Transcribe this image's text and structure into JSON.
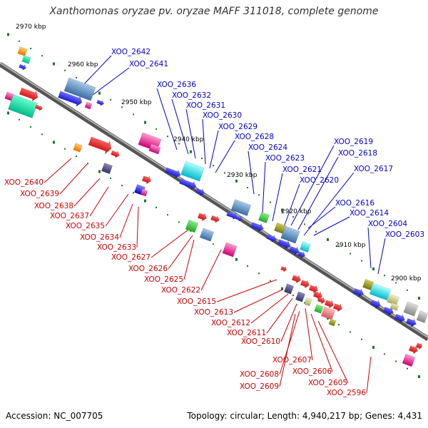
{
  "title": "Xanthomonas oryzae pv. oryzae MAFF 311018, complete genome",
  "footer": {
    "accession": "Accession: NC_007705",
    "topology": "Topology: circular; Length: 4,940,217 bp; Genes: 4,431"
  },
  "colors": {
    "upper_labels": "#0000cc",
    "lower_labels": "#cc0000",
    "backbone": "#777777",
    "ticks": "#1a7a1a"
  },
  "kbp_labels": [
    "2970 kbp",
    "2960 kbp",
    "2950 kbp",
    "2940 kbp",
    "2930 kbp",
    "2920 kbp",
    "2910 kbp",
    "2900 kbp"
  ],
  "upper_gene_labels": [
    "XOO_2642",
    "XOO_2641",
    "XOO_2636",
    "XOO_2632",
    "XOO_2631",
    "XOO_2630",
    "XOO_2629",
    "XOO_2628",
    "XOO_2624",
    "XOO_2623",
    "XOO_2621",
    "XOO_2620",
    "XOO_2619",
    "XOO_2618",
    "XOO_2617",
    "XOO_2616",
    "XOO_2614",
    "XOO_2604",
    "XOO_2603"
  ],
  "lower_gene_labels": [
    "XOO_2640",
    "XOO_2639",
    "XOO_2638",
    "XOO_2637",
    "XOO_2635",
    "XOO_2634",
    "XOO_2633",
    "XOO_2627",
    "XOO_2626",
    "XOO_2625",
    "XOO_2622",
    "XOO_2615",
    "XOO_2613",
    "XOO_2612",
    "XOO_2611",
    "XOO_2610",
    "XOO_2607",
    "XOO_2608",
    "XOO_2606",
    "XOO_2609",
    "XOO_2605",
    "XOO_2596"
  ]
}
